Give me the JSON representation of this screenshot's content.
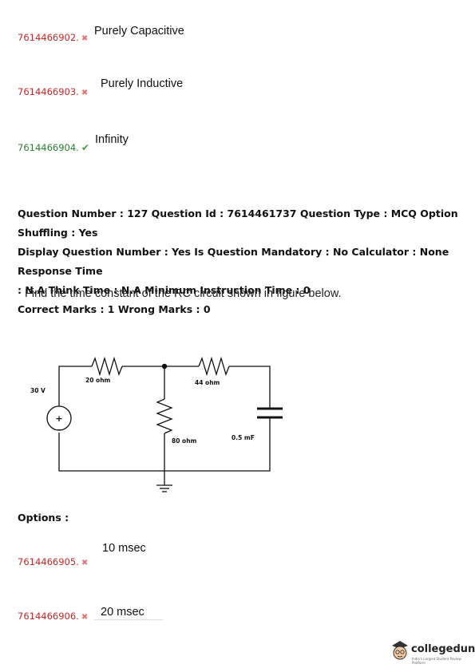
{
  "prev_options": [
    {
      "id": "7614466902.",
      "text": "Purely Capacitive",
      "status": "wrong"
    },
    {
      "id": "7614466903.",
      "text": "Purely Inductive",
      "status": "wrong"
    },
    {
      "id": "7614466904.",
      "text": "Infinity",
      "status": "correct"
    }
  ],
  "meta": {
    "line1": "Question Number : 127 Question Id : 7614461737 Question Type : MCQ Option Shuffling : Yes",
    "line2": "Display Question Number : Yes Is Question Mandatory : No Calculator : None Response Time",
    "line3": ": N.A Think Time : N.A Minimum Instruction Time : 0",
    "marks": "Correct Marks : 1 Wrong Marks : 0"
  },
  "question": "Find the time constant of the RC circuit shown in figure below.",
  "circuit": {
    "source_label": "30 V",
    "r1_label": "20 ohm",
    "r2_label": "44 ohm",
    "r3_label": "80 ohm",
    "cap_label": "0.5 mF",
    "source_plus": "+",
    "source_minus": "-"
  },
  "options_heading": "Options :",
  "options": [
    {
      "id": "7614466905.",
      "text": "10 msec",
      "status": "wrong"
    },
    {
      "id": "7614466906.",
      "text": "20 msec",
      "status": "wrong"
    }
  ],
  "marks_icons": {
    "wrong": "✖",
    "correct": "✔"
  },
  "logo": {
    "name": "collegedunia",
    "tagline": "India's Largest Student Review Platform"
  },
  "colors": {
    "wrong": "#c62828",
    "correct": "#2e7d32"
  }
}
